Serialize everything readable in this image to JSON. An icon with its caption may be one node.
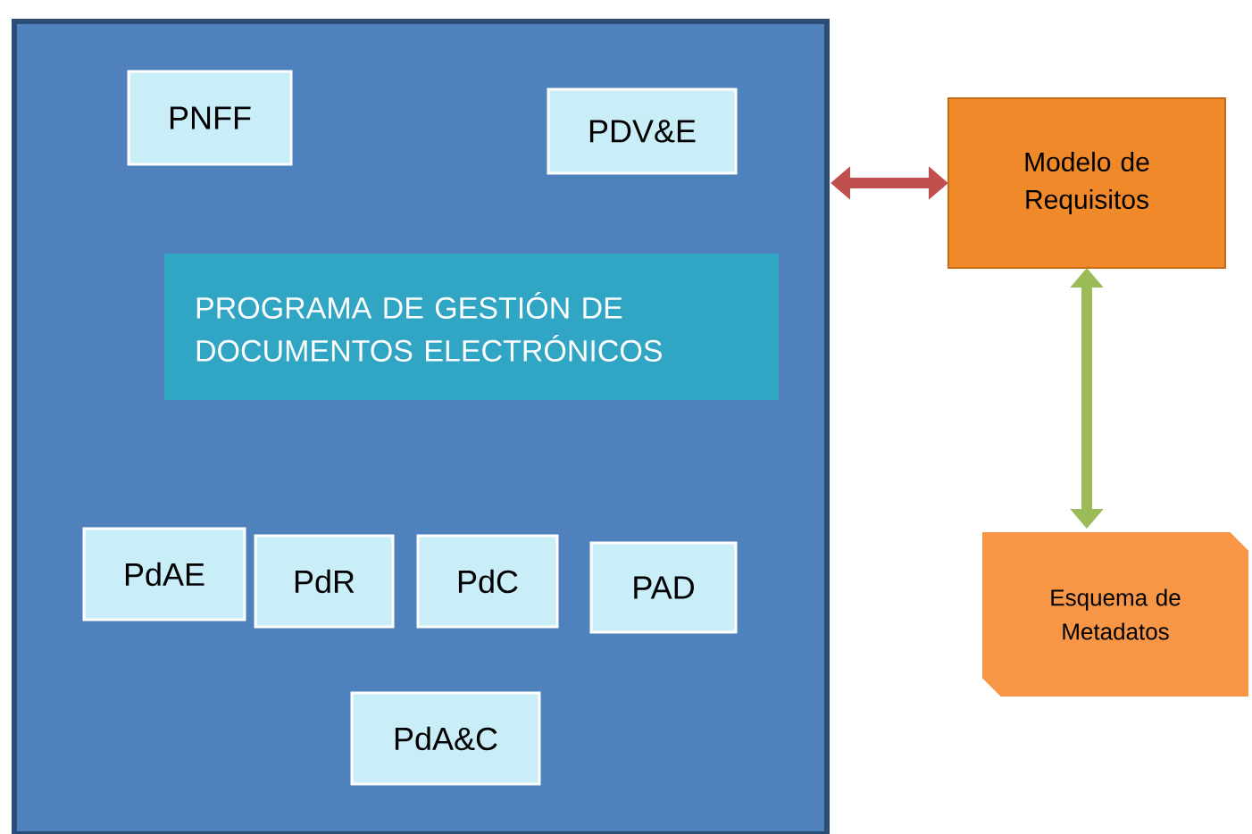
{
  "diagram": {
    "nodes": [
      {
        "text": [],
        "shape": "box"
      },
      {
        "text": [
          "PNFF"
        ],
        "in": 0
      },
      {
        "text": [
          "PDV&E"
        ],
        "in": 0
      },
      {
        "text": [
          "PROGRAMA DE GESTIÓN DE DOCUMENTOS ELECTRÓNICOS"
        ],
        "in": 0
      },
      {
        "text": [
          "PdAE"
        ],
        "in": 0
      },
      {
        "text": [
          "PdR"
        ],
        "in": 0
      },
      {
        "text": [
          "PdC"
        ],
        "in": 0
      },
      {
        "text": [
          "PAD"
        ],
        "in": 0
      },
      {
        "text": [
          "PdA&C"
        ],
        "in": 0
      },
      {
        "text": [
          "Modelo de Requisitos"
        ]
      },
      {
        "text": [
          "Esquema de Metadatos"
        ]
      }
    ],
    "edges": [
      {
        "from": 0,
        "to": 9,
        "arrow": "both",
        "color": "#c0504d"
      },
      {
        "from": 9,
        "to": 10,
        "arrow": "both",
        "color": "#9bbb59"
      }
    ]
  }
}
